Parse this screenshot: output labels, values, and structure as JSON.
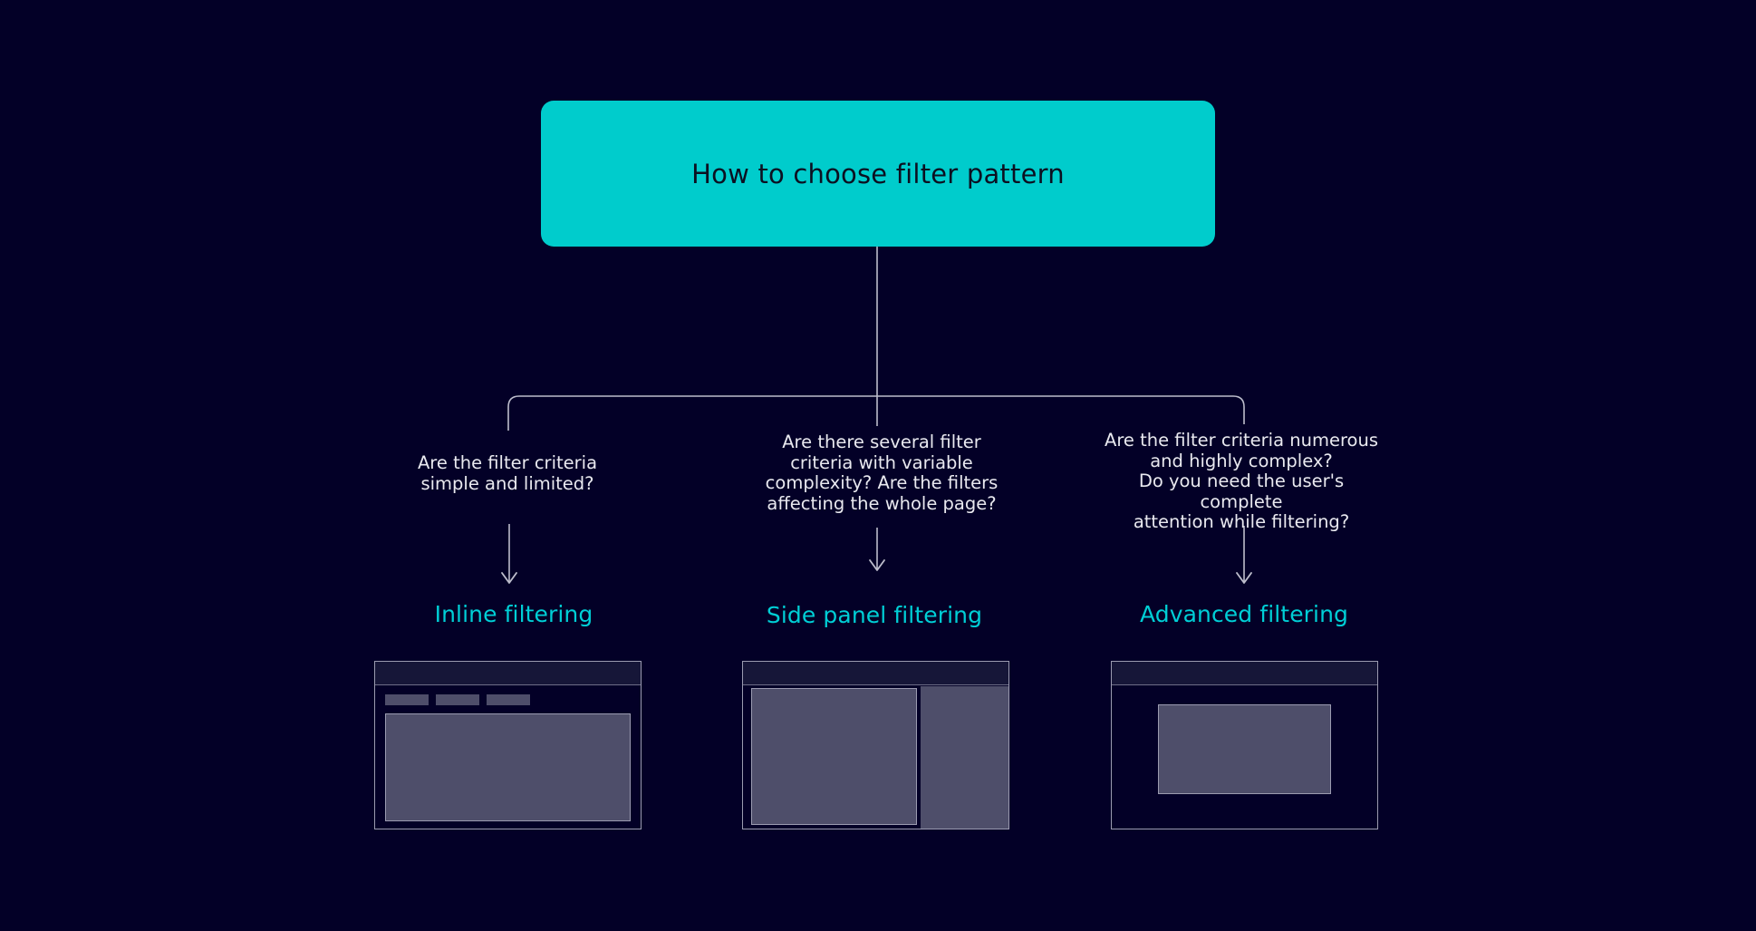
{
  "theme": {
    "background": "#030027",
    "accent": "#00CCCC",
    "accent_text": "#00CFD6",
    "connector": "#BDBDCC",
    "question_text": "#E9E9EF",
    "wireframe_fill": "#4E4E6A",
    "wireframe_border": "#9B9BB0",
    "wireframe_header": "#161638",
    "root_text": "#0C1021"
  },
  "root": {
    "label": "How to choose filter pattern"
  },
  "branches": [
    {
      "id": "inline",
      "question": "Are the filter criteria\nsimple and limited?",
      "outcome": "Inline filtering",
      "wireframe": "inline-filter-wireframe"
    },
    {
      "id": "side-panel",
      "question": "Are there several filter\ncriteria with variable\ncomplexity? Are the filters\naffecting the whole page?",
      "outcome": "Side panel filtering",
      "wireframe": "side-panel-filter-wireframe"
    },
    {
      "id": "advanced",
      "question": "Are the filter criteria numerous\nand highly complex?\nDo you need the user's complete\nattention while filtering?",
      "outcome": "Advanced filtering",
      "wireframe": "advanced-filter-wireframe"
    }
  ]
}
